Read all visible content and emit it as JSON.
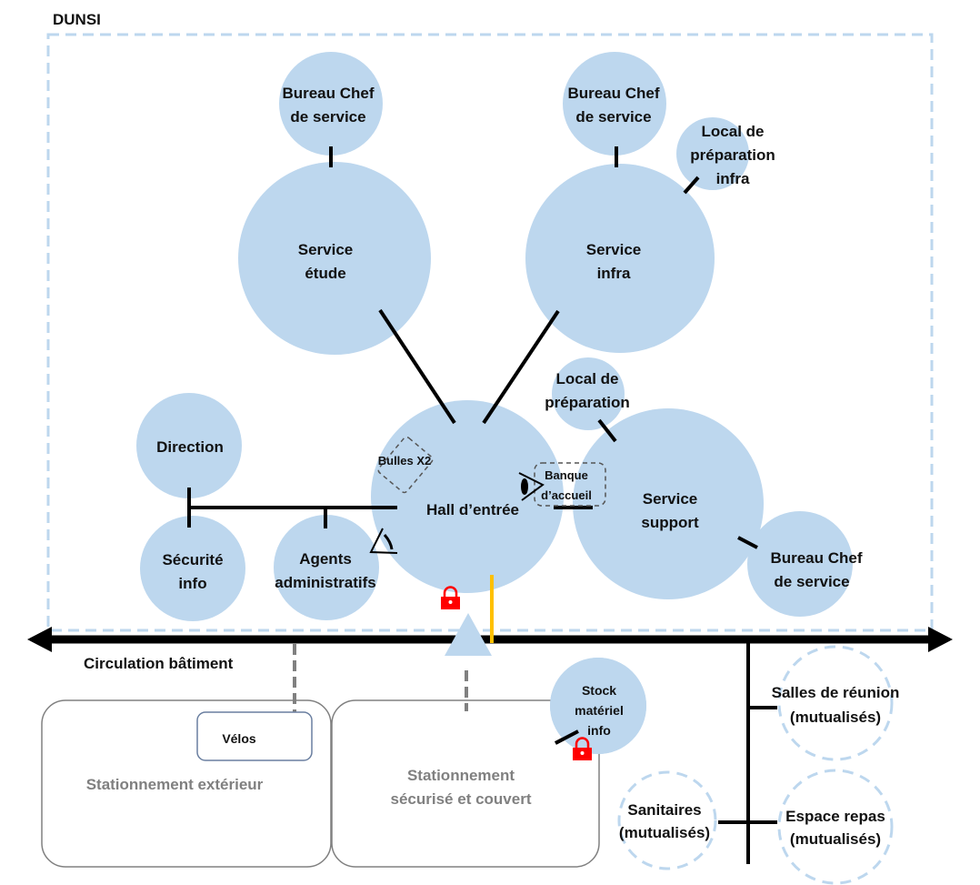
{
  "title": "DUNSI",
  "colors": {
    "bubble": "#bdd7ee",
    "dashed_border": "#bdd7ee",
    "connector": "#000000",
    "lock": "#ff0000",
    "yellow_line": "#ffc000",
    "parking_text": "#808080"
  },
  "rooms": {
    "bureau_chef_etude": [
      "Bureau Chef",
      "de service"
    ],
    "service_etude": [
      "Service",
      "étude"
    ],
    "bureau_chef_infra": [
      "Bureau Chef",
      "de service"
    ],
    "local_prep_infra": [
      "Local de",
      "préparation",
      "infra"
    ],
    "service_infra": [
      "Service",
      "infra"
    ],
    "local_prep": [
      "Local de",
      "préparation"
    ],
    "direction": [
      "Direction"
    ],
    "securite_info": [
      "Sécurité",
      "info"
    ],
    "agents_admin": [
      "Agents",
      "administratifs"
    ],
    "hall": [
      "Hall d’entrée"
    ],
    "bulles": [
      "Bulles X2"
    ],
    "banque": [
      "Banque",
      "d’accueil"
    ],
    "service_support": [
      "Service",
      "support"
    ],
    "bureau_chef_support": [
      "Bureau Chef",
      "de service"
    ],
    "stock": [
      "Stock",
      "matériel",
      "info"
    ]
  },
  "circulation": "Circulation bâtiment",
  "parking": {
    "exterieur": [
      "Stationnement extérieur"
    ],
    "velos": [
      "Vélos"
    ],
    "securise": [
      "Stationnement",
      "sécurisé et couvert"
    ]
  },
  "shared": {
    "salles": [
      "Salles de réunion",
      "(mutualisés)"
    ],
    "sanitaires": [
      "Sanitaires",
      "(mutualisés)"
    ],
    "repas": [
      "Espace repas",
      "(mutualisés)"
    ]
  },
  "icons": [
    "eye-icon",
    "lock-icon",
    "entrance-triangle-icon",
    "arrow-left-icon",
    "arrow-right-icon"
  ]
}
